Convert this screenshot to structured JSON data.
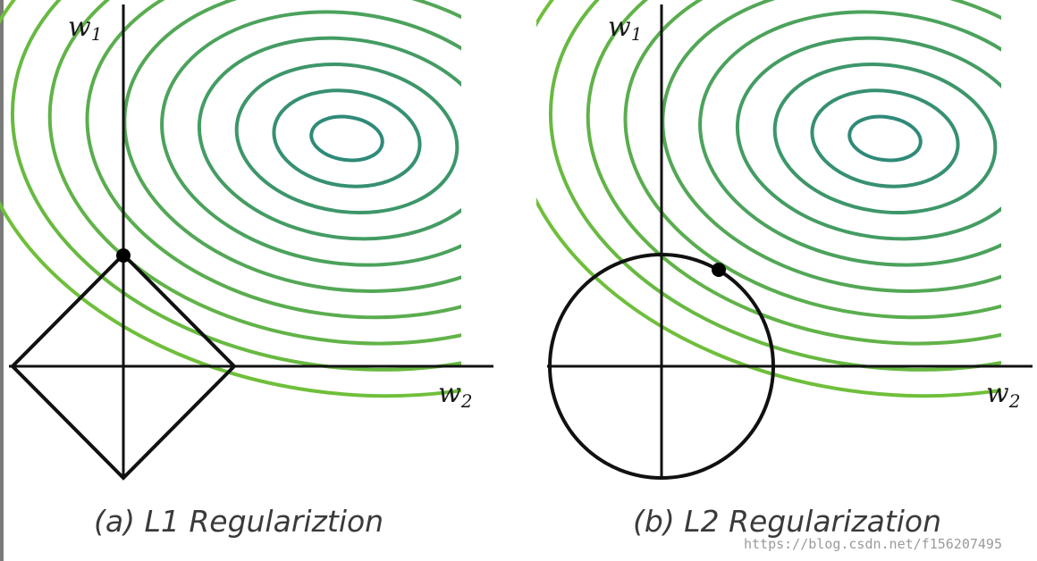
{
  "panels": [
    {
      "id": "a",
      "axis_w1": "w",
      "axis_w1_sub": "1",
      "axis_w2": "w",
      "axis_w2_sub": "2",
      "caption": "(a) L1 Regulariztion",
      "constraint_shape": "diamond"
    },
    {
      "id": "b",
      "axis_w1": "w",
      "axis_w1_sub": "1",
      "axis_w2": "w",
      "axis_w2_sub": "2",
      "caption": "(b) L2 Regularization",
      "constraint_shape": "circle"
    }
  ],
  "watermark": "https://blog.csdn.net/f156207495",
  "colors": {
    "contour_inner": "#2f8a78",
    "contour_outer": "#6fbf3a",
    "contour_highlight": "#9ee04a",
    "axis": "#111111",
    "frame_left": "#7a7a7a"
  }
}
